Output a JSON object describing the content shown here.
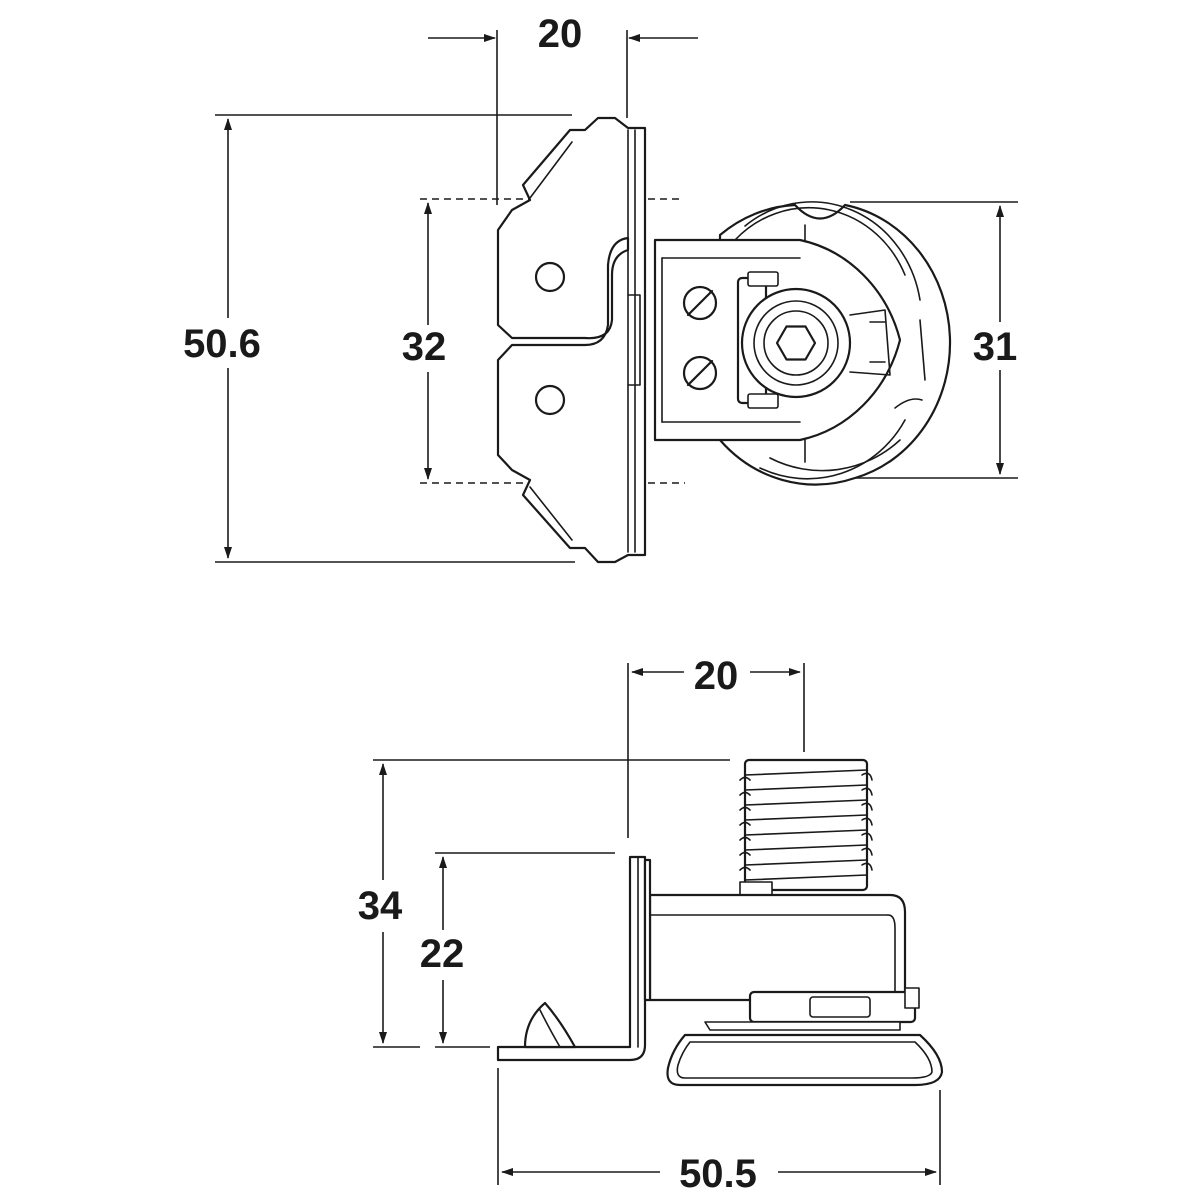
{
  "top_view": {
    "width_top": "20",
    "overall_height": "50.6",
    "hole_spacing": "32",
    "wheel_height": "31"
  },
  "side_view": {
    "width_top": "20",
    "overall_height": "34",
    "bracket_height": "22",
    "overall_width": "50.5"
  },
  "colors": {
    "line": "#1a1a1a",
    "background": "#ffffff"
  }
}
